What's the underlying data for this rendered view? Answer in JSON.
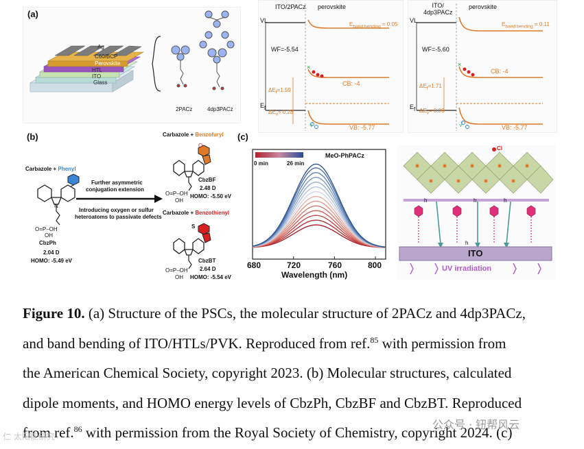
{
  "panel_a": {
    "label": "(a)",
    "device_layers": [
      "Ag",
      "C60/BCP",
      "Perovskite",
      "HTL",
      "ITO",
      "Glass"
    ],
    "molecules": [
      "2PACz",
      "4dp3PACz"
    ],
    "band_left": {
      "title": "ITO/2PACz",
      "material": "perovskite",
      "vl": "VL",
      "ef": "E",
      "ef_sub": "f",
      "wf": "WF=-5.54",
      "band_bending_prefix": "E",
      "band_bending_sub": "band bending",
      "band_bending_value": " = 0.05",
      "cb": "CB: -4",
      "vb": "VB: -5.77",
      "delta_ef": "ΔE",
      "delta_ef_sub": "f",
      "delta_ef_val": "=1.59",
      "delta_ev": "ΔE",
      "delta_ev_sub": "v",
      "delta_ev_val": "= 0.28"
    },
    "band_right": {
      "title": "ITO/",
      "title2": "4dp3PACz",
      "material": "perovskite",
      "vl": "VL",
      "ef": "E",
      "ef_sub": "f",
      "wf": "WF=-5.60",
      "band_bending_prefix": "E",
      "band_bending_sub": "band bending",
      "band_bending_value": " = 0.11",
      "cb": "CB: -4",
      "vb": "VB: -5.77",
      "delta_ef": "ΔE",
      "delta_ef_sub": "f",
      "delta_ef_val": "=1.71",
      "delta_ev": "ΔE",
      "delta_ev_sub": "v",
      "delta_ev_val": "= 0.06"
    }
  },
  "panel_b": {
    "label": "(b)",
    "left_title_a": "Carbazole + ",
    "left_title_b": "Phenyl",
    "left_name": "CbzPh",
    "left_dipole": "2.04 D",
    "left_homo": "HOMO: -5.49 eV",
    "arrow_top1": "Further asymmetric",
    "arrow_top2": "conjugation extension",
    "arrow_bot1": "Introducing oxygen or sulfur",
    "arrow_bot2": "heteroatoms to passivate defects",
    "top_title_a": "Carbazole + ",
    "top_title_b": "Benzofuryl",
    "top_name": "CbzBF",
    "top_dipole": "2.48 D",
    "top_homo": "HOMO: -5.50 eV",
    "bot_title_a": "Carbazole + ",
    "bot_title_b": "Benzothienyl",
    "bot_name": "CbzBT",
    "bot_dipole": "2.64 D",
    "bot_homo": "HOMO: -5.54 eV",
    "phos": "O=P–OH",
    "oh": "OH",
    "o_atom": "O",
    "s_atom": "S",
    "n_atom": "N"
  },
  "panel_c": {
    "label": "(c)",
    "chart_data": {
      "type": "line",
      "title": "MeO-PhPACz",
      "xlabel": "Wavelength (nm)",
      "ylabel": "",
      "xlim": [
        680,
        810
      ],
      "x_ticks": [
        "680",
        "720",
        "760",
        "800"
      ],
      "colorbar_min": "0 min",
      "colorbar_max": "26 min",
      "peak_wavelength": 742,
      "series_peak_relative": [
        0.36,
        0.41,
        0.46,
        0.51,
        0.56,
        0.61,
        0.66,
        0.71,
        0.76,
        0.81,
        0.86,
        0.91,
        0.96,
        1.0
      ],
      "series_colors": [
        "#a8202a",
        "#b8343a",
        "#c44a48",
        "#cf625c",
        "#d97c72",
        "#e2978a",
        "#e8b0a4",
        "#d2d6e6",
        "#b4c2dc",
        "#97aed2",
        "#7a99c6",
        "#5d82b8",
        "#4a6ea8",
        "#34578f"
      ]
    },
    "ito_label": "ITO",
    "uv_label": "UV irradiation",
    "h_plus": "h",
    "ion_label": "Cl"
  },
  "caption": {
    "fig_label": "Figure 10.",
    "line1": " (a) Structure of the PSCs, the molecular structure of 2PACz and 4dp3PACz,",
    "line2a": "and band bending of ITO/HTLs/PVK. Reproduced from ref.",
    "ref1": "85",
    "line2b": " with permission from",
    "line3": "the American Chemical Society, copyright 2023. (b) Molecular structures, calculated",
    "line4": "dipole moments, and HOMO energy levels of CbzPh, CbzBF and CbzBT. Reproduced",
    "line5a": "from ref.",
    "ref2": "86",
    "line5b": " with permission from the Royal Society of Chemistry, copyright 2024. (c)"
  },
  "watermark": {
    "left": "仁 太阳能研究",
    "right": "公众号 · 钮帮风云"
  }
}
